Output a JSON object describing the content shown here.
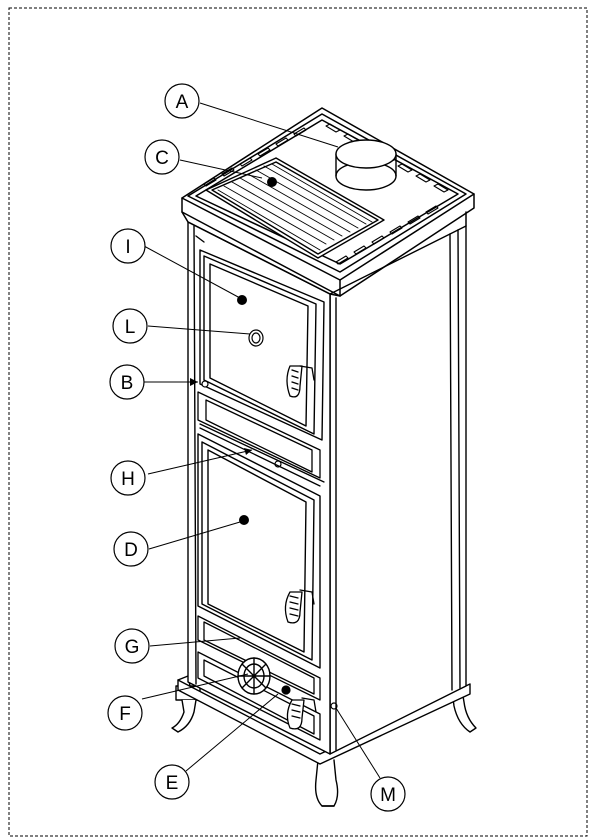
{
  "callouts": {
    "A": "A",
    "B": "B",
    "C": "C",
    "D": "D",
    "E": "E",
    "F": "F",
    "G": "G",
    "H": "H",
    "I": "I",
    "L": "L",
    "M": "M"
  }
}
